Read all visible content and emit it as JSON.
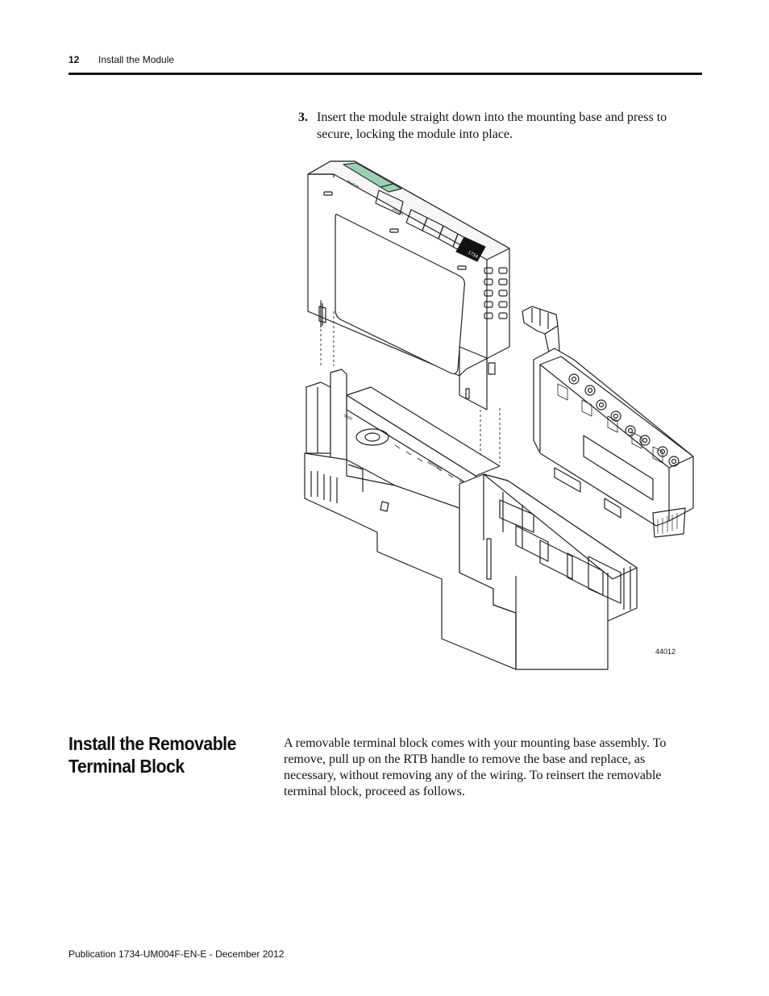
{
  "header": {
    "page_number": "12",
    "running_title": "Install the Module"
  },
  "step": {
    "number": "3.",
    "text": "Insert the module straight down into the mounting base and press to secure, locking the module into place."
  },
  "figure": {
    "id": "44012"
  },
  "section": {
    "title_line1": "Install the Removable",
    "title_line2": "Terminal Block",
    "body": "A removable terminal block comes with your mounting base assembly. To remove, pull up on the RTB handle to remove the base and replace, as necessary, without removing any of the wiring. To reinsert the removable terminal block, proceed as follows."
  },
  "footer": {
    "publication": "Publication 1734-UM004F-EN-E - December 2012"
  }
}
